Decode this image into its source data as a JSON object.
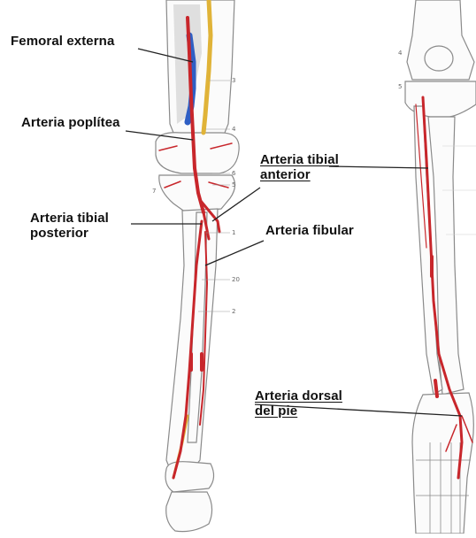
{
  "labels": {
    "femoral_externa": "Femoral externa",
    "arteria_poplitea": "Arteria poplítea",
    "arteria_tibial_posterior_1": "Arteria tibial",
    "arteria_tibial_posterior_2": "posterior",
    "arteria_tibial_anterior_1": "Arteria tibial",
    "arteria_tibial_anterior_2": "anterior",
    "arteria_fibular": "Arteria fibular",
    "arteria_dorsal_1": "Arteria dorsal",
    "arteria_dorsal_2": "del pie"
  },
  "figure_numbers": [
    "3",
    "4",
    "6",
    "5",
    "7",
    "1",
    "20",
    "2",
    "4",
    "5"
  ],
  "colors": {
    "artery": "#c8262b",
    "vein": "#2f5fc4",
    "nerve": "#e0b338",
    "bone_outline": "#8a8a8a",
    "label_text": "#111111"
  }
}
